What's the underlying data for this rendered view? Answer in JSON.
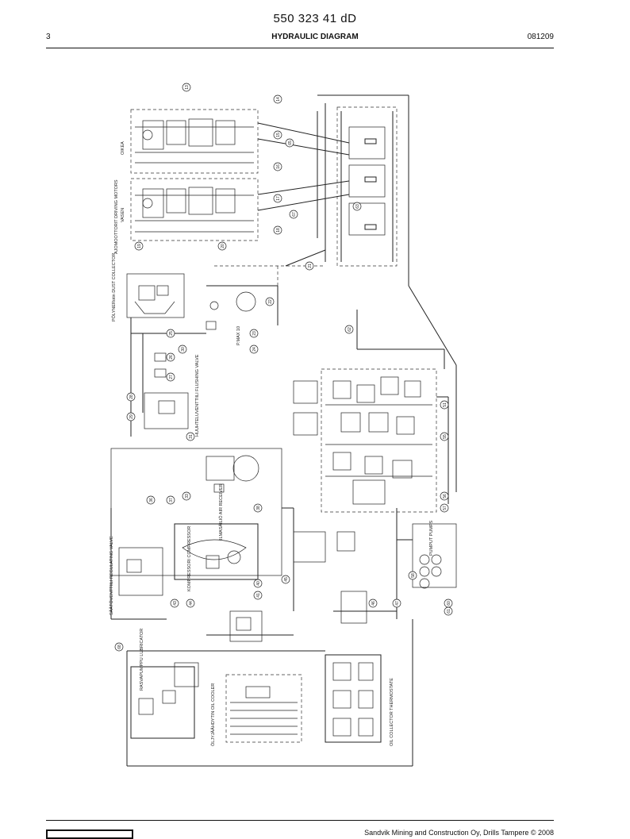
{
  "header": {
    "document_id": "550 323 41 dD",
    "page_number": "3",
    "title": "HYDRAULIC DIAGRAM",
    "date": "081209"
  },
  "footer": {
    "copyright": "Sandvik Mining and Construction Oy, Drills Tampere © 2008"
  },
  "diagram": {
    "labels": {
      "drive_motors": "AJOMOOTTORIT DRIVING MOTORS",
      "left": "VASEN",
      "right": "OIKEA",
      "dust_collector": "PÖLYNERotin DUST COLLECTOR",
      "air_flushing_valve": "HUUHTELUVENTTIILI FLUSHING VALVE",
      "air_receiver": "ILMASÄILIÖ AIR RECEIVER",
      "compressor": "KOMPRESSORI COMPRESSOR",
      "control_valve": "SÄÄTÖVENTTIILI REGULATING VALVE",
      "pump": "PUMPUT PUMPS",
      "oil_cooler": "ÖLJYJÄÄHDYTIN OIL COOLER",
      "oil_collector": "OIL COLLECTOR THERMOSTATE",
      "grease_unit": "RASVAPUMPPU LUBRICATOR",
      "pressure": "P.MAX 10"
    },
    "bubbles": [
      "13",
      "14",
      "15",
      "16",
      "17",
      "18",
      "19",
      "20",
      "21",
      "22",
      "23",
      "24",
      "25",
      "26",
      "27",
      "28",
      "29",
      "30",
      "31",
      "33",
      "36",
      "37",
      "38",
      "40",
      "41",
      "43",
      "44",
      "45",
      "46",
      "47",
      "51",
      "55",
      "56",
      "57",
      "58",
      "60",
      "61",
      "62",
      "63",
      "65",
      "67",
      "68"
    ]
  }
}
